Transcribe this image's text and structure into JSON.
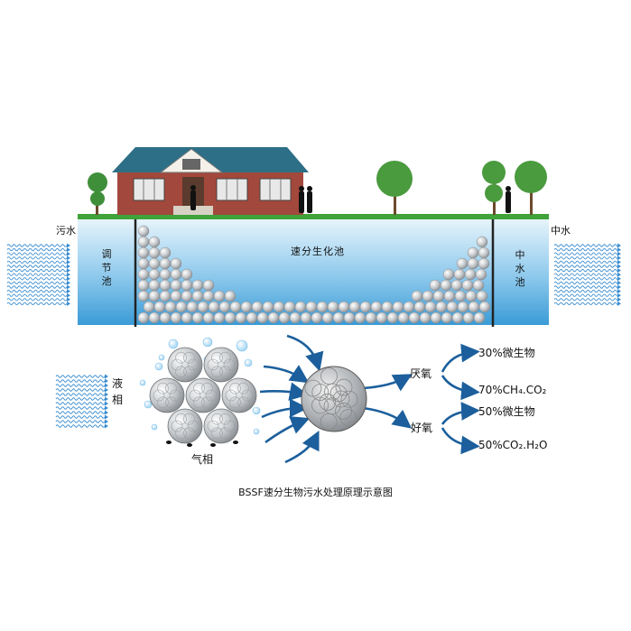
{
  "labels": {
    "sewage": "污水",
    "reclaimed_water": "中水",
    "main_tank": "速分生化池",
    "regulating_tank": [
      "调",
      "节",
      "池"
    ],
    "reclaimed_tank": [
      "中",
      "水",
      "池"
    ],
    "liquid_phase": [
      "液",
      "相"
    ],
    "gas_phase": "气相",
    "anaerobic": "厌氧",
    "aerobic": "好氧",
    "out_1": "30%微生物",
    "out_2": "70%CH₄.CO₂",
    "out_3": "50%微生物",
    "out_4": "50%CO₂.H₂O"
  },
  "caption": "BSSF速分生物污水处理原理示意图",
  "colors": {
    "water_top": "#dff0fa",
    "water_bottom": "#3f9fd8",
    "ground": "#3fa33a",
    "roof": "#2d6f86",
    "brick": "#a3483c",
    "arrow": "#1c5f9c",
    "wave": "#3b8dd0",
    "ball": "#9ea3a8"
  }
}
